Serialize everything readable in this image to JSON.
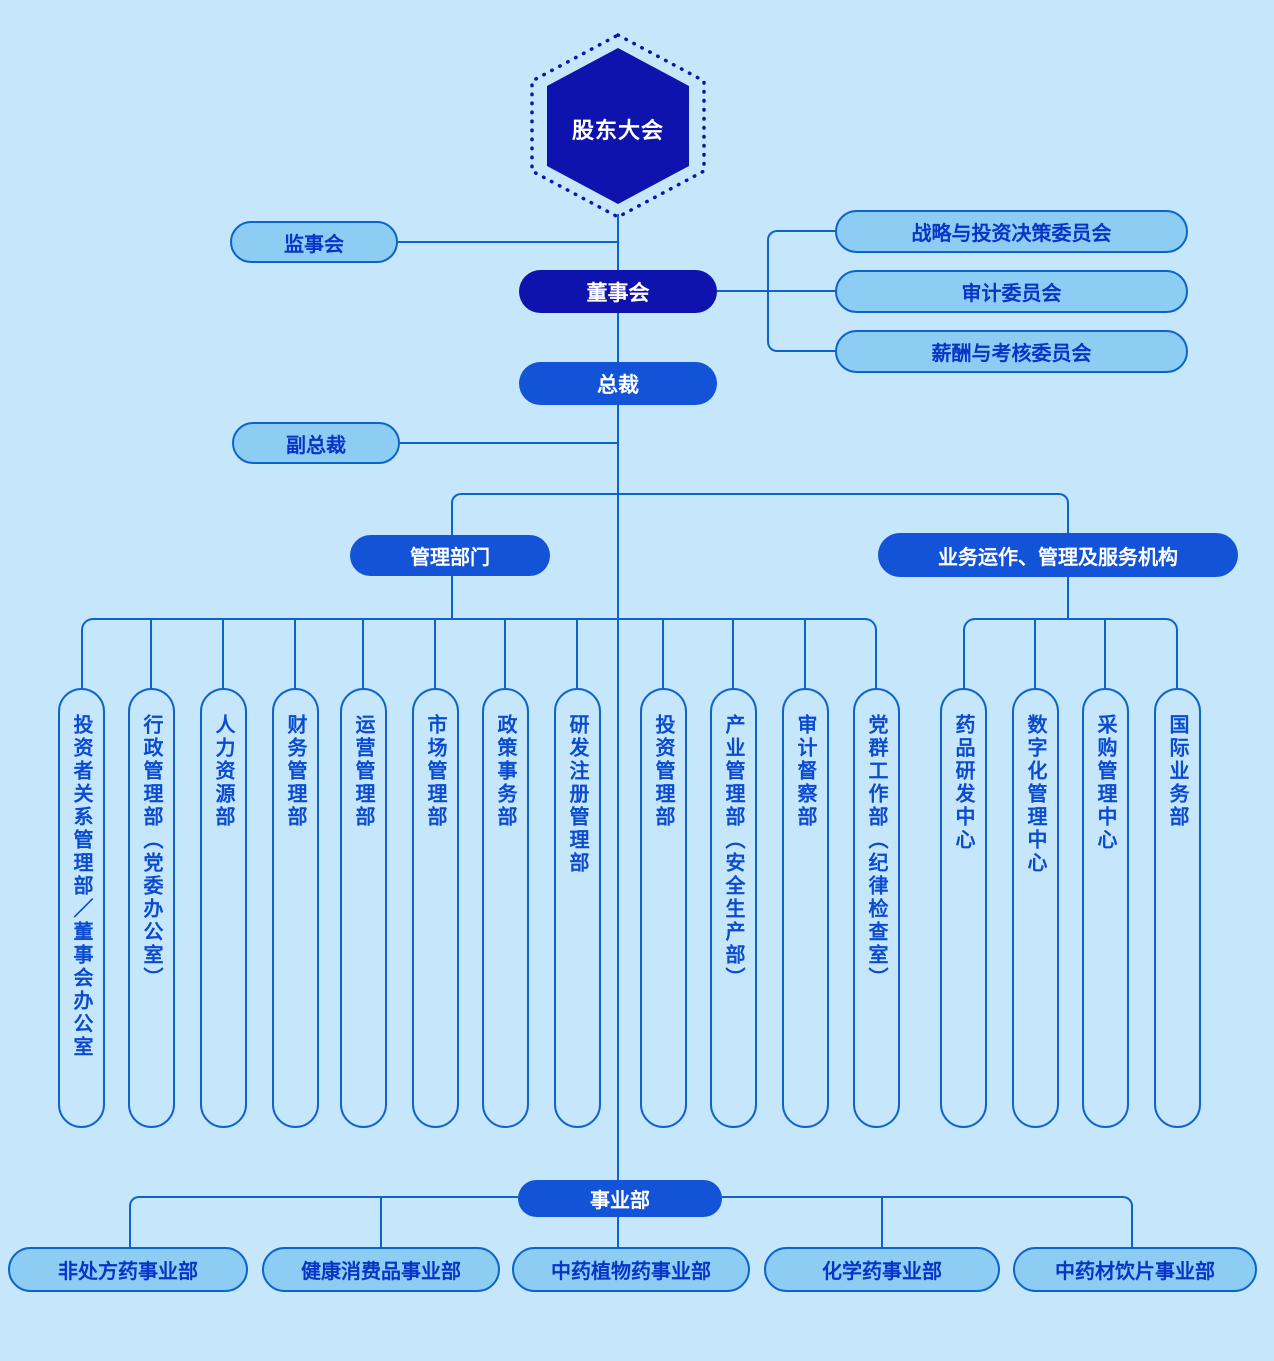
{
  "colors": {
    "background": "#c6e7fb",
    "navy_node": "#0e13ad",
    "royal_node": "#1253d8",
    "light_pill_fill": "#8dcdf4",
    "connector_line": "#0c63cc",
    "dark_blue_text": "#0934c6",
    "white_text": "#ffffff"
  },
  "org": {
    "shareholders_meeting": "股东大会",
    "supervisory_board": "监事会",
    "board_of_directors": "董事会",
    "committees": [
      "战略与投资决策委员会",
      "审计委员会",
      "薪酬与考核委员会"
    ],
    "president": "总裁",
    "vice_president": "副总裁",
    "management_header": "管理部门",
    "business_header": "业务运作、管理及服务机构",
    "management_departments": [
      "投资者关系管理部／董事会办公室",
      "行政管理部（党委办公室）",
      "人力资源部",
      "财务管理部",
      "运营管理部",
      "市场管理部",
      "政策事务部",
      "研发注册管理部",
      "投资管理部",
      "产业管理部（安全生产部）",
      "审计督察部",
      "党群工作部（纪律检查室）"
    ],
    "business_units": [
      "药品研发中心",
      "数字化管理中心",
      "采购管理中心",
      "国际业务部"
    ],
    "division_header": "事业部",
    "divisions": [
      "非处方药事业部",
      "健康消费品事业部",
      "中药植物药事业部",
      "化学药事业部",
      "中药材饮片事业部"
    ]
  }
}
